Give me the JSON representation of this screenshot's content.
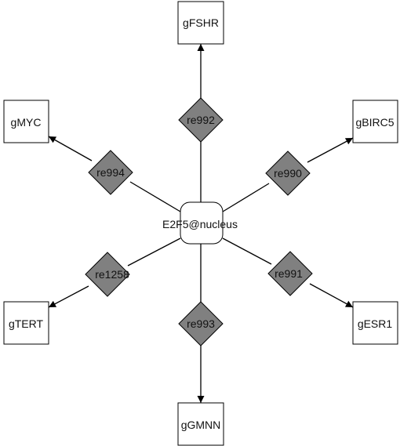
{
  "diagram": {
    "center": {
      "label": "E2F5@nucleus"
    },
    "genes": {
      "fshr": {
        "label": "gFSHR"
      },
      "myc": {
        "label": "gMYC"
      },
      "birc5": {
        "label": "gBIRC5"
      },
      "tert": {
        "label": "gTERT"
      },
      "esr1": {
        "label": "gESR1"
      },
      "gmnn": {
        "label": "gGMNN"
      }
    },
    "reactions": {
      "re992": {
        "label": "re992"
      },
      "re994": {
        "label": "re994"
      },
      "re990": {
        "label": "re990"
      },
      "re1258": {
        "label": "re1258"
      },
      "re991": {
        "label": "re991"
      },
      "re993": {
        "label": "re993"
      }
    }
  }
}
